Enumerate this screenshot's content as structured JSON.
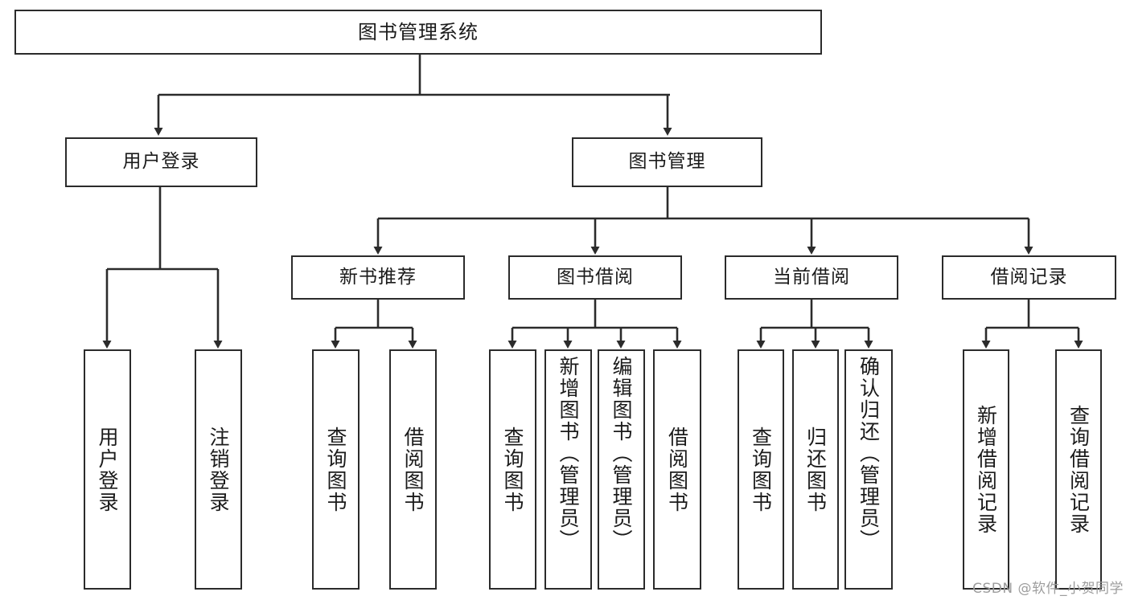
{
  "diagram": {
    "title": "图书管理系统",
    "type": "tree",
    "root": {
      "label": "图书管理系统"
    },
    "level2": [
      {
        "label": "用户登录"
      },
      {
        "label": "图书管理"
      }
    ],
    "level3": [
      {
        "label": "新书推荐",
        "parent": "图书管理"
      },
      {
        "label": "图书借阅",
        "parent": "图书管理"
      },
      {
        "label": "当前借阅",
        "parent": "图书管理"
      },
      {
        "label": "借阅记录",
        "parent": "图书管理"
      }
    ],
    "leaves": {
      "user_login": [
        {
          "label": "用户登录"
        },
        {
          "label": "注销登录"
        }
      ],
      "new_book": [
        {
          "label": "查询图书"
        },
        {
          "label": "借阅图书"
        }
      ],
      "borrow_book": [
        {
          "label": "查询图书"
        },
        {
          "label": "新增图书（管理员）"
        },
        {
          "label": "编辑图书（管理员）"
        },
        {
          "label": "借阅图书"
        }
      ],
      "current_borrow": [
        {
          "label": "查询图书"
        },
        {
          "label": "归还图书"
        },
        {
          "label": "确认归还（管理员）"
        }
      ],
      "borrow_record": [
        {
          "label": "新增借阅记录"
        },
        {
          "label": "查询借阅记录"
        }
      ]
    }
  },
  "watermark": {
    "text": "CSDN @软件_小贺同学"
  },
  "colors": {
    "stroke": "#2b2b2b",
    "fill": "#ffffff",
    "text": "#1b1b1b",
    "watermark": "#9d9d9d"
  }
}
